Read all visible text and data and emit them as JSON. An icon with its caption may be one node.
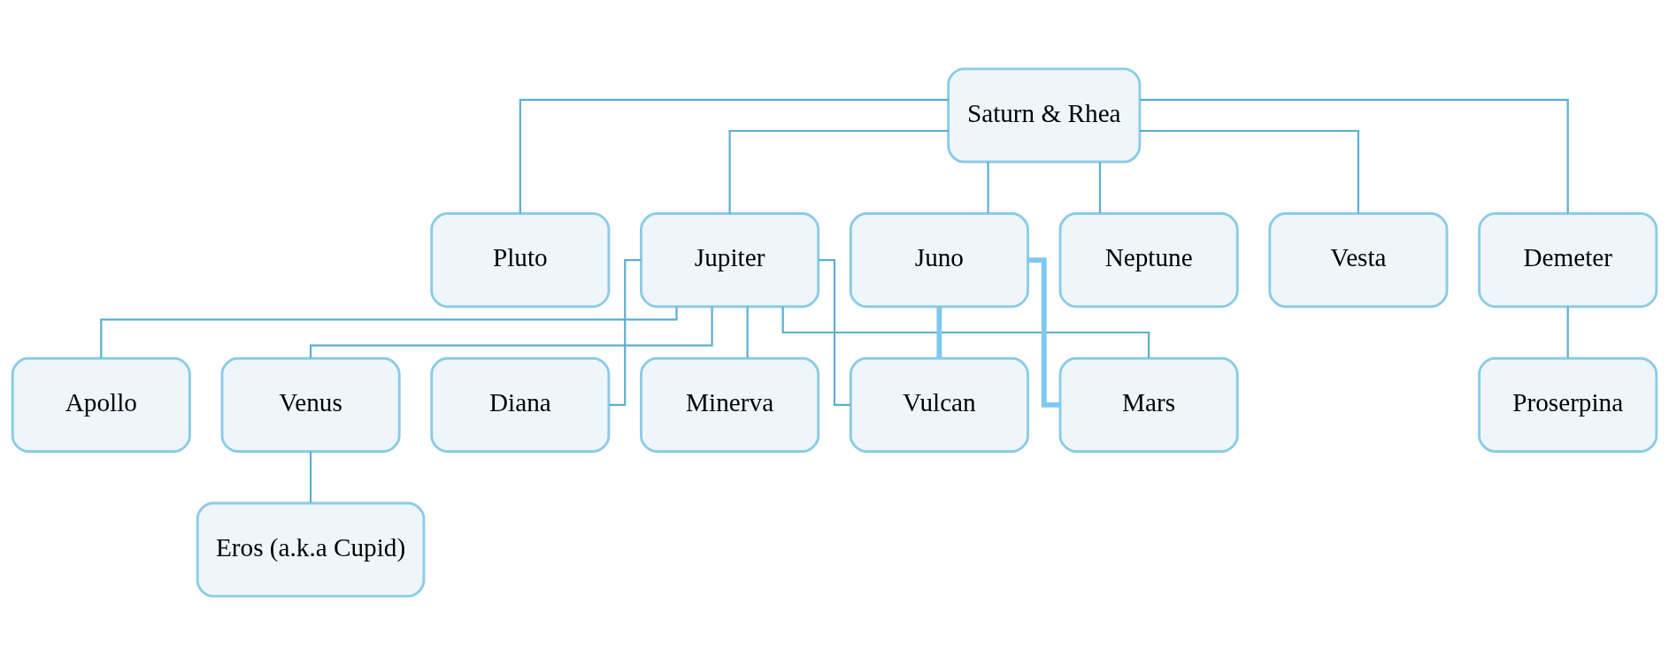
{
  "diagram": {
    "nodes": [
      {
        "text": [
          "Saturn & Rhea"
        ]
      },
      {
        "text": [
          "Pluto"
        ]
      },
      {
        "text": [
          "Jupiter"
        ]
      },
      {
        "text": [
          "Neptune"
        ]
      },
      {
        "text": [
          "Vesta"
        ]
      },
      {
        "text": [
          "Juno"
        ]
      },
      {
        "text": [
          "Demeter"
        ]
      },
      {
        "text": [
          "Minerva"
        ]
      },
      {
        "text": [
          "Apollo"
        ]
      },
      {
        "text": [
          "Venus"
        ]
      },
      {
        "text": [
          "Diana"
        ]
      },
      {
        "text": [
          "Mars"
        ]
      },
      {
        "text": [
          "Vulcan"
        ]
      },
      {
        "text": [
          "Proserpina"
        ]
      },
      {
        "text": [
          "Eros (a.k.a Cupid)"
        ]
      }
    ],
    "edges": [
      {
        "from": 0,
        "to": 1,
        "arrow": "none"
      },
      {
        "from": 0,
        "to": 2,
        "arrow": "none"
      },
      {
        "from": 0,
        "to": 3,
        "arrow": "none"
      },
      {
        "from": 0,
        "to": 4,
        "arrow": "none"
      },
      {
        "from": 0,
        "to": 5,
        "arrow": "none"
      },
      {
        "from": 0,
        "to": 6,
        "arrow": "none"
      },
      {
        "from": 2,
        "to": 7,
        "arrow": "none"
      },
      {
        "from": 2,
        "to": 8,
        "arrow": "none"
      },
      {
        "from": 2,
        "to": 9,
        "arrow": "none"
      },
      {
        "from": 2,
        "to": 10,
        "arrow": "none"
      },
      {
        "from": 2,
        "to": 11,
        "arrow": "none"
      },
      {
        "from": 2,
        "to": 12,
        "arrow": "none"
      },
      {
        "from": 5,
        "to": 11,
        "arrow": "none",
        "style": "thick",
        "color": "#7fc8f0"
      },
      {
        "from": 5,
        "to": 12,
        "arrow": "none",
        "style": "thick",
        "color": "#7fc8f0"
      },
      {
        "from": 6,
        "to": 13,
        "arrow": "none"
      },
      {
        "from": 9,
        "to": 14,
        "arrow": "none"
      }
    ]
  }
}
